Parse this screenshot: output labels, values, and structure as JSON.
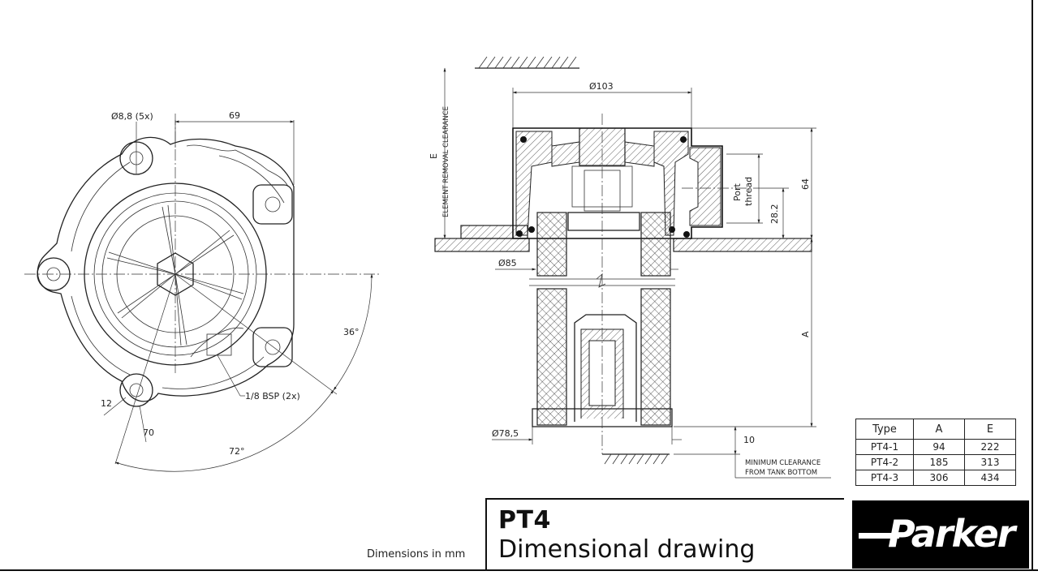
{
  "title": "PT4",
  "subtitle": "Dimensional drawing",
  "units_note": "Dimensions in mm",
  "brand": "Parker",
  "plan_view": {
    "hole_dia": "Ø8,8 (5x)",
    "width_dim": "69",
    "angle_small": "36°",
    "angle_large": "72°",
    "port_note": "1/8 BSP (2x)",
    "dim_12": "12",
    "dim_70": "70"
  },
  "section_view": {
    "top_dia": "Ø103",
    "element_label": "E",
    "element_note": "ELEMENT REMOVAL CLEARANCE",
    "port_thread_1": "Port",
    "port_thread_2": "thread",
    "dim_64": "64",
    "dim_282": "28.2",
    "dia_85": "Ø85",
    "dim_a": "A",
    "dia_785": "Ø78,5",
    "dim_10": "10",
    "clearance_1": "MINIMUM CLEARANCE",
    "clearance_2": "FROM TANK BOTTOM"
  },
  "table": {
    "headers": [
      "Type",
      "A",
      "E"
    ],
    "rows": [
      [
        "PT4-1",
        "94",
        "222"
      ],
      [
        "PT4-2",
        "185",
        "313"
      ],
      [
        "PT4-3",
        "306",
        "434"
      ]
    ]
  }
}
